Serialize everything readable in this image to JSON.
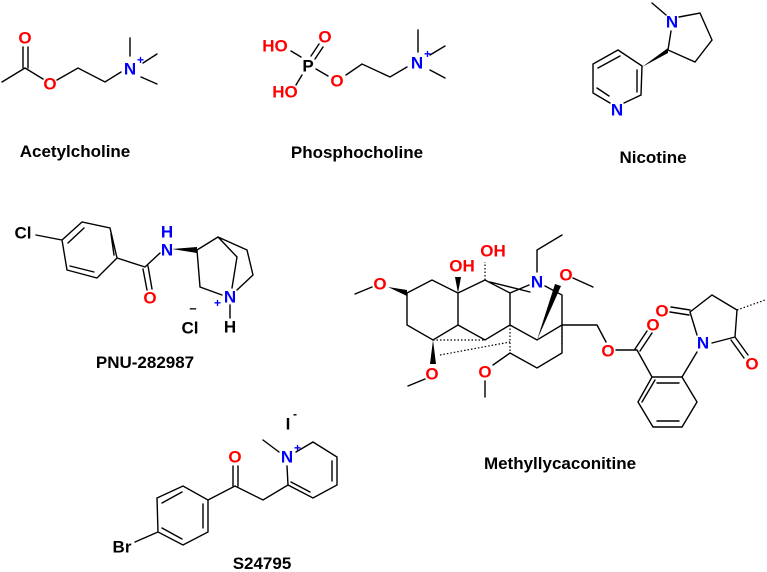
{
  "colors": {
    "oxygen": "#ff0000",
    "nitrogen": "#0000ff",
    "carbon": "#000000"
  },
  "molecules": {
    "acetylcholine": {
      "name": "Acetylcholine",
      "atoms": {
        "o1": "O",
        "o2": "O",
        "n": "N",
        "charge": "+"
      }
    },
    "phosphocholine": {
      "name": "Phosphocholine",
      "atoms": {
        "ho1": "HO",
        "ho2": "HO",
        "p": "P",
        "o1": "O",
        "o2": "O",
        "n": "N",
        "charge": "+"
      }
    },
    "nicotine": {
      "name": "Nicotine",
      "atoms": {
        "n1": "N",
        "n2": "N"
      }
    },
    "pnu": {
      "name": "PNU-282987",
      "atoms": {
        "cl": "Cl",
        "h": "H",
        "nh": "N",
        "o": "O",
        "n": "N",
        "charge": "+",
        "nh_h": "H",
        "counter": "Cl",
        "counter_charge": "–"
      }
    },
    "mla": {
      "name": "Methyllycaconitine",
      "atoms": {
        "o_left": "O",
        "oh1": "OH",
        "oh2": "OH",
        "n": "N",
        "o_right": "O",
        "o_ester": "O",
        "o_carbonyl": "O",
        "o_bottom1": "O",
        "o_bottom2": "O",
        "n_imide": "N",
        "o_imide1": "O",
        "o_imide2": "O"
      }
    },
    "s24795": {
      "name": "S24795",
      "atoms": {
        "br": "Br",
        "o": "O",
        "n": "N",
        "charge": "+",
        "counter": "I",
        "counter_charge": "-"
      }
    }
  }
}
